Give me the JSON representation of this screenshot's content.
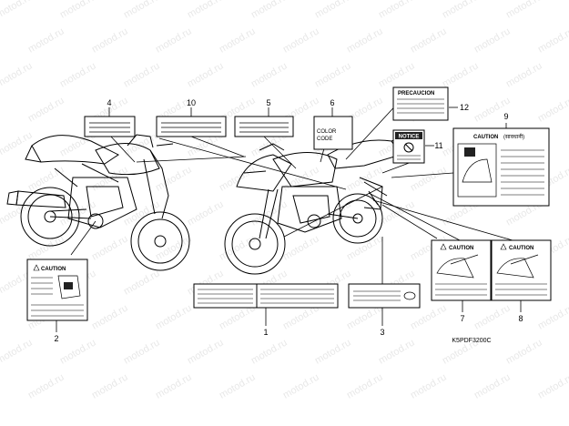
{
  "watermark": "motod.ru",
  "diagram_code": "K5PDF3200C",
  "callouts": {
    "c1": "1",
    "c2": "2",
    "c3": "3",
    "c4": "4",
    "c5": "5",
    "c6": "6",
    "c7": "7",
    "c8": "8",
    "c9": "9",
    "c10": "10",
    "c11": "11",
    "c12": "12"
  },
  "labels": {
    "caution_2": "CAUTION",
    "caution_7": "CAUTION",
    "caution_8": "CAUTION",
    "caution_9": "CAUTION",
    "caution_9_alt": "(सावधानी)",
    "precaucion": "PRECAUCION",
    "notice": "NOTICE",
    "color": "COLOR",
    "code": "CODE"
  },
  "colors": {
    "line": "#000000",
    "watermark": "#e8e8e8",
    "label_fill": "#ffffff",
    "label_dark": "#222222"
  }
}
